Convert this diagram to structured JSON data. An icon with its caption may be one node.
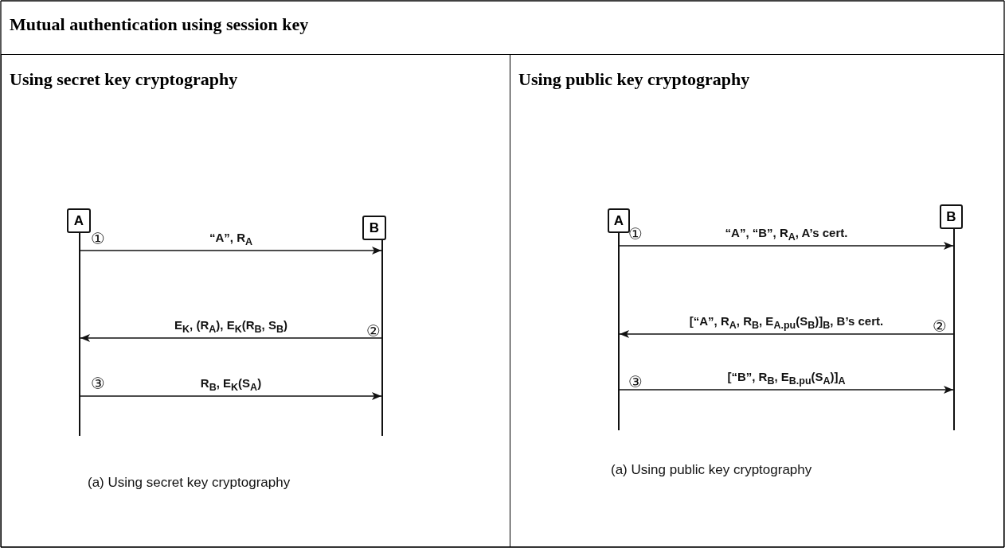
{
  "diagram": {
    "title": "Mutual authentication using session key",
    "nodes": [
      {
        "text": [
          "Using secret key cryptography",
          "(a) Using secret key cryptography"
        ]
      },
      {
        "text": [
          "A"
        ],
        "in": 0
      },
      {
        "text": [
          "B"
        ],
        "in": 0
      },
      {
        "text": [],
        "shape": "line",
        "in": 0
      },
      {
        "text": [],
        "shape": "line",
        "in": 0
      },
      {
        "text": [
          "Using public key cryptography",
          "(a) Using public key cryptography"
        ]
      },
      {
        "text": [
          "A"
        ],
        "in": 5
      },
      {
        "text": [
          "B"
        ],
        "in": 5
      },
      {
        "text": [],
        "shape": "line",
        "in": 5
      },
      {
        "text": [],
        "shape": "line",
        "in": 5
      }
    ],
    "edges": [
      {
        "from": 3,
        "to": 4,
        "arrow": "to",
        "label": "“A”, R$_{A}$"
      },
      {
        "from": 4,
        "to": 3,
        "arrow": "to",
        "label": "E$_{K}$, (R$_{A}$), E$_{K}$(R$_{B}$, S$_{B}$)"
      },
      {
        "from": 3,
        "to": 4,
        "arrow": "to",
        "label": "R$_{B}$, E$_{K}$(S$_{A}$)"
      },
      {
        "from": 8,
        "to": 9,
        "arrow": "to",
        "label": "“A”, “B”, R$_{A}$, A’s cert."
      },
      {
        "from": 9,
        "to": 8,
        "arrow": "to",
        "label": "[“A”, R$_{A}$, R$_{B}$, E$_{A.pu}$(S$_{B}$)]$_{B}$, B’s cert."
      },
      {
        "from": 8,
        "to": 9,
        "arrow": "to",
        "label": "[“B”, R$_{B}$, E$_{B.pu}$(S$_{A}$)]$_{A}$"
      }
    ],
    "labels": [
      "①",
      "②",
      "③",
      "①",
      "②",
      "③"
    ]
  }
}
